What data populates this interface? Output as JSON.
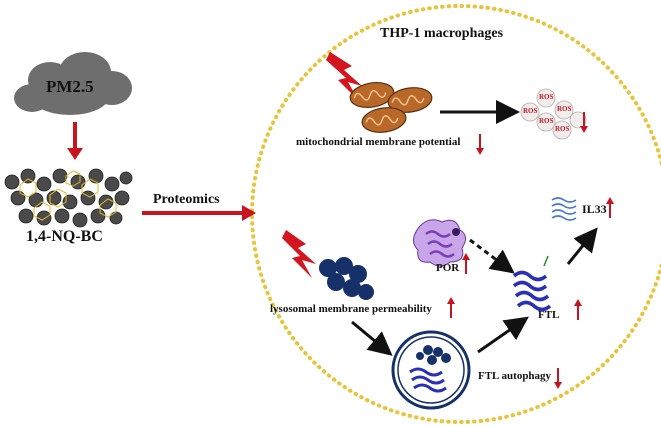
{
  "labels": {
    "pm25": "PM2.5",
    "nqbc": "1,4-NQ-BC",
    "proteomics": "Proteomics",
    "thp1": "THP-1 macrophages",
    "mito": "mitochondrial membrane potential",
    "ros": "ROS",
    "lyso": "lysosomal membrane permeability",
    "por": "POR",
    "ftl": "FTL",
    "il33": "IL33",
    "ftl_autophagy": "FTL autophagy"
  },
  "colors": {
    "cloud": "#6e6e6e",
    "red_arrow": "#c8141e",
    "circle_border": "#e7c43a",
    "mito": "#b8692a",
    "lysosome": "#16306a",
    "protein_ftl": "#2a2fb8",
    "protein_por": "#8a4ec0"
  }
}
